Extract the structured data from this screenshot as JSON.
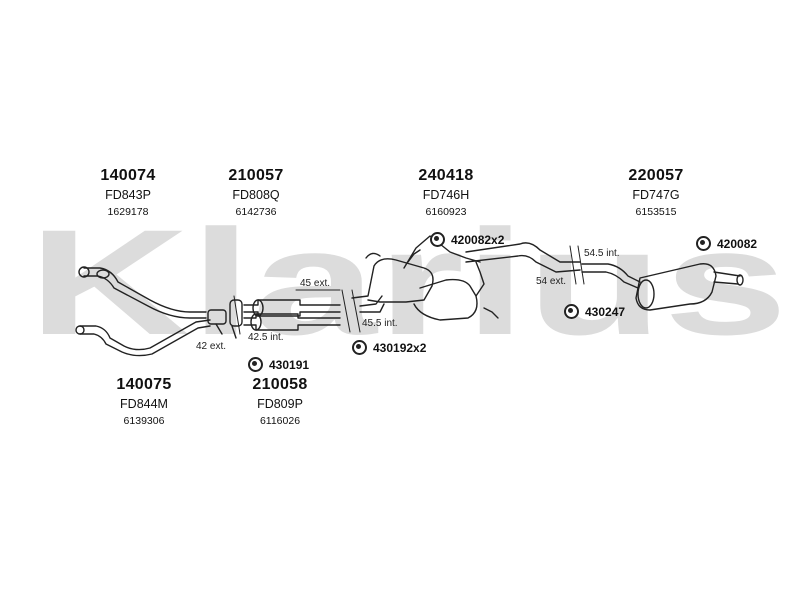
{
  "brand": {
    "text": "Klarius"
  },
  "parts": {
    "p140074": {
      "number": "140074",
      "code": "FD843P",
      "ref": "1629178"
    },
    "p210057": {
      "number": "210057",
      "code": "FD808Q",
      "ref": "6142736"
    },
    "p240418": {
      "number": "240418",
      "code": "FD746H",
      "ref": "6160923"
    },
    "p220057": {
      "number": "220057",
      "code": "FD747G",
      "ref": "6153515"
    },
    "p140075": {
      "number": "140075",
      "code": "FD844M",
      "ref": "6139306"
    },
    "p210058": {
      "number": "210058",
      "code": "FD809P",
      "ref": "6116026"
    }
  },
  "accessories": {
    "a420082x2": "420082x2",
    "a420082": "420082",
    "a430247": "430247",
    "a430191": "430191",
    "a430192x2": "430192x2"
  },
  "dimensions": {
    "d45ext": "45 ext.",
    "d42_5int": "42.5 int.",
    "d42ext": "42 ext.",
    "d45_5int": "45.5 int.",
    "d54_5int": "54.5 int.",
    "d54ext": "54 ext."
  },
  "colors": {
    "watermark": "#dcdcdc",
    "line": "#222222"
  }
}
